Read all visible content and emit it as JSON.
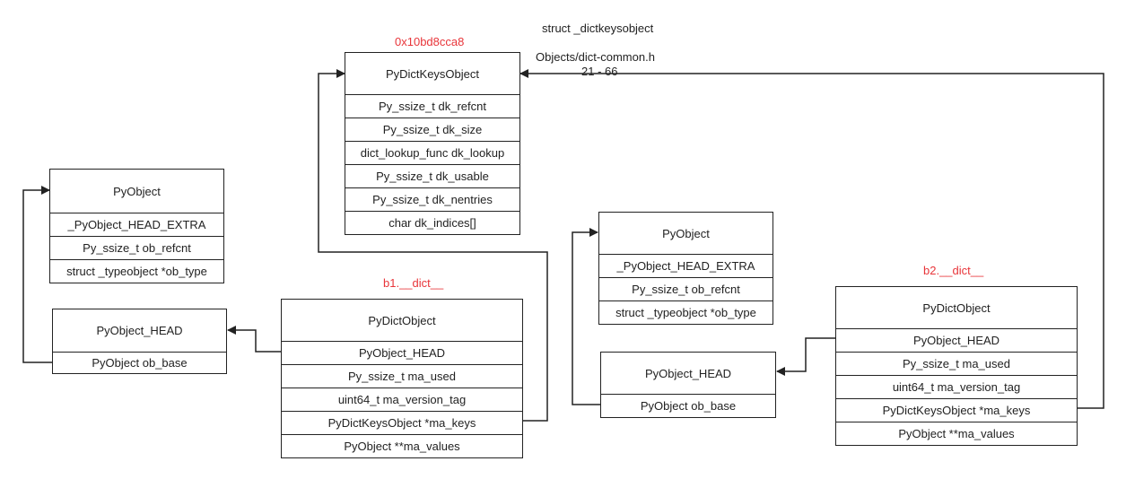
{
  "notes": {
    "struct_name": "struct _dictkeysobject",
    "source_file": "Objects/dict-common.h",
    "line_range": "21 - 66",
    "keys_address": "0x10bd8cca8",
    "b1_label": "b1.__dict__",
    "b2_label": "b2.__dict__"
  },
  "keys_object": {
    "title": "PyDictKeysObject",
    "fields": [
      "Py_ssize_t dk_refcnt",
      "Py_ssize_t dk_size",
      "dict_lookup_func dk_lookup",
      "Py_ssize_t dk_usable",
      "Py_ssize_t dk_nentries",
      "char dk_indices[]"
    ]
  },
  "pyobject_left": {
    "title": "PyObject",
    "fields": [
      "_PyObject_HEAD_EXTRA",
      "Py_ssize_t ob_refcnt",
      "struct _typeobject *ob_type"
    ]
  },
  "head_left": {
    "title": "PyObject_HEAD",
    "fields": [
      "PyObject ob_base"
    ]
  },
  "dict_b1": {
    "title": "PyDictObject",
    "fields": [
      "PyObject_HEAD",
      "Py_ssize_t ma_used",
      "uint64_t ma_version_tag",
      "PyDictKeysObject *ma_keys",
      "PyObject **ma_values"
    ]
  },
  "pyobject_right": {
    "title": "PyObject",
    "fields": [
      "_PyObject_HEAD_EXTRA",
      "Py_ssize_t ob_refcnt",
      "struct _typeobject *ob_type"
    ]
  },
  "head_right": {
    "title": "PyObject_HEAD",
    "fields": [
      "PyObject ob_base"
    ]
  },
  "dict_b2": {
    "title": "PyDictObject",
    "fields": [
      "PyObject_HEAD",
      "Py_ssize_t ma_used",
      "uint64_t ma_version_tag",
      "PyDictKeysObject *ma_keys",
      "PyObject **ma_values"
    ]
  },
  "colors": {
    "line": "#222222",
    "label_red": "#e8353a"
  }
}
